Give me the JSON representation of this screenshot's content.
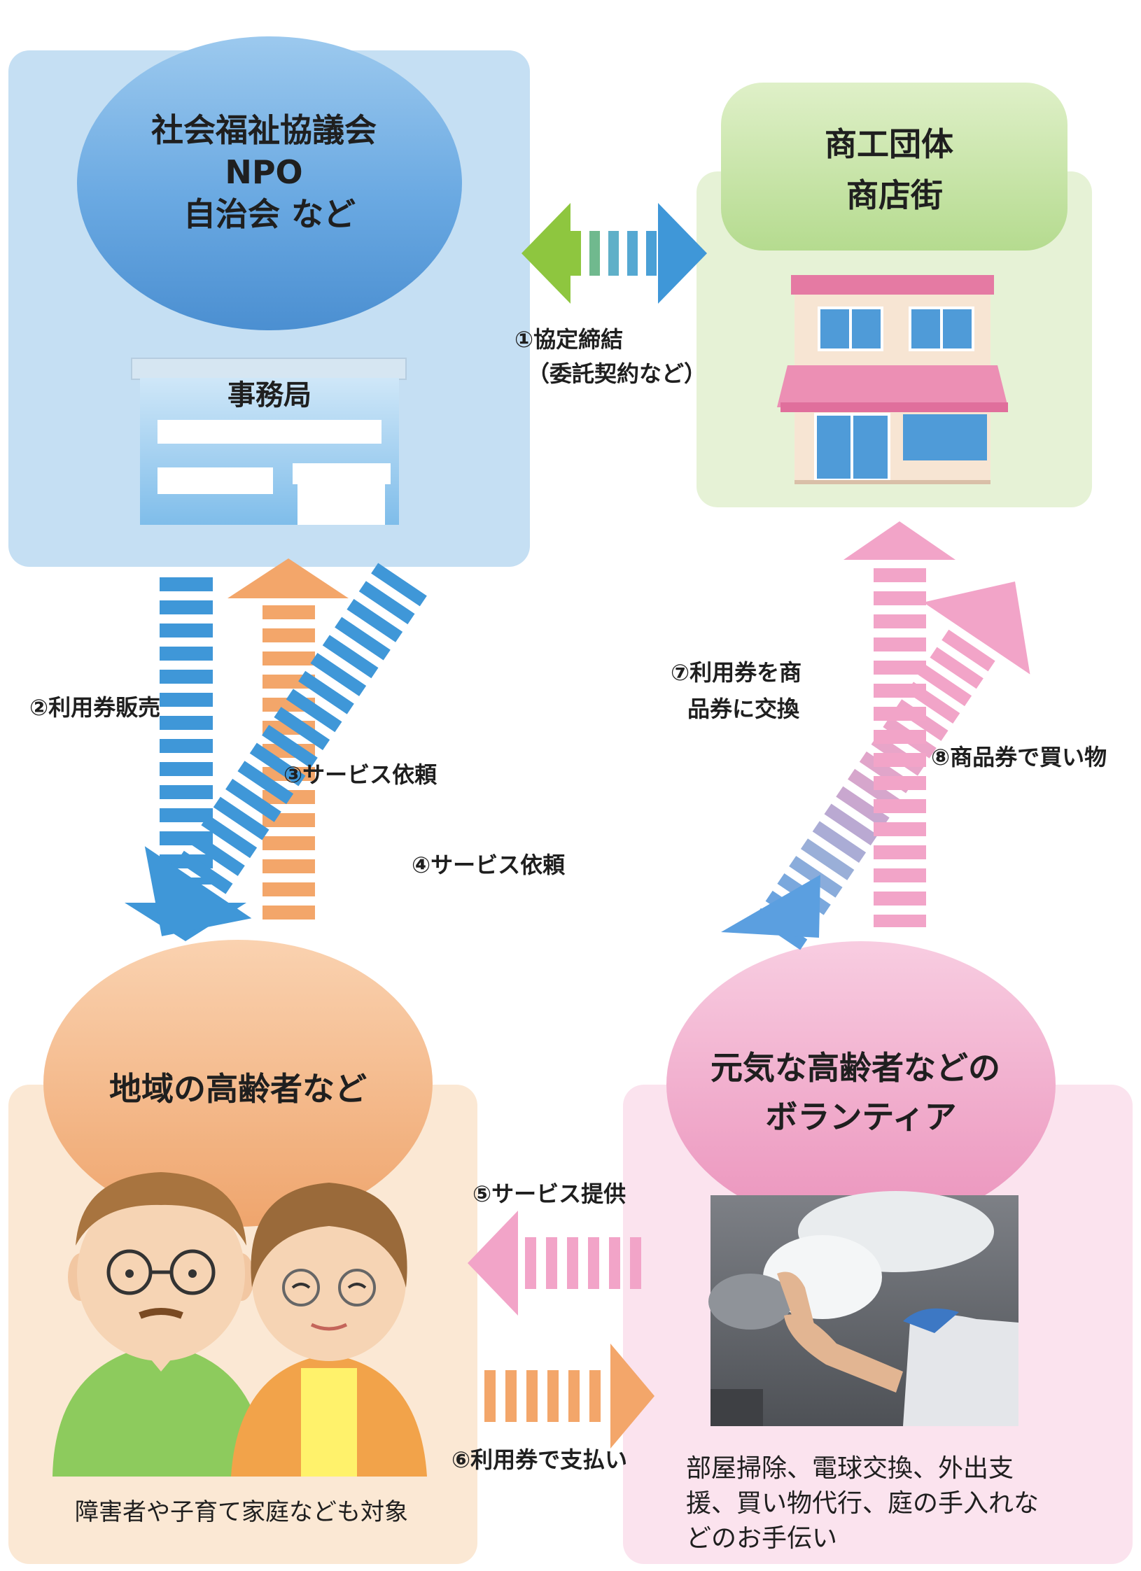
{
  "nodes": {
    "council": {
      "lines": [
        "社会福祉協議会",
        "NPO",
        "自治会 など"
      ],
      "office_label": "事務局"
    },
    "commerce": {
      "lines": [
        "商工団体",
        "商店街"
      ]
    },
    "elderly": {
      "title": "地域の高齢者など",
      "note": "障害者や子育て家庭なども対象"
    },
    "volunteer": {
      "lines": [
        "元気な高齢者などの",
        "ボランティア"
      ],
      "tasks": [
        "部屋掃除、電球交換、外出支",
        "援、買い物代行、庭の手入れな",
        "どのお手伝い"
      ]
    }
  },
  "flows": {
    "f1": [
      "①協定締結",
      "（委託契約など）"
    ],
    "f2": "②利用券販売",
    "f3": "③サービス依頼",
    "f4": "④サービス依頼",
    "f5": "⑤サービス提供",
    "f6": "⑥利用券で支払い",
    "f7": [
      "⑦利用券を商",
      "品券に交換"
    ],
    "f8": "⑧商品券で買い物"
  },
  "colors": {
    "blue_panel": "#c5dff3",
    "blue_ellipse": "#6aa9e2",
    "green_panel": "#e6f2d6",
    "green_box": "#c4e3a5",
    "orange_panel": "#fbe8d4",
    "orange_ellipse": "#f3b784",
    "pink_panel": "#fbe3ee",
    "pink_ellipse": "#f0a9cc",
    "arrow_blue": "#3f97d8",
    "arrow_orange": "#f3a66a",
    "arrow_pink": "#f2a4c8",
    "arrow_green": "#8ec63f",
    "shop_pink": "#e57aa3",
    "shop_window": "#4f9bd8"
  },
  "icons": [
    "office-building-icon",
    "shop-icon",
    "elderly-man-icon",
    "elderly-woman-icon",
    "volunteer-photo"
  ]
}
